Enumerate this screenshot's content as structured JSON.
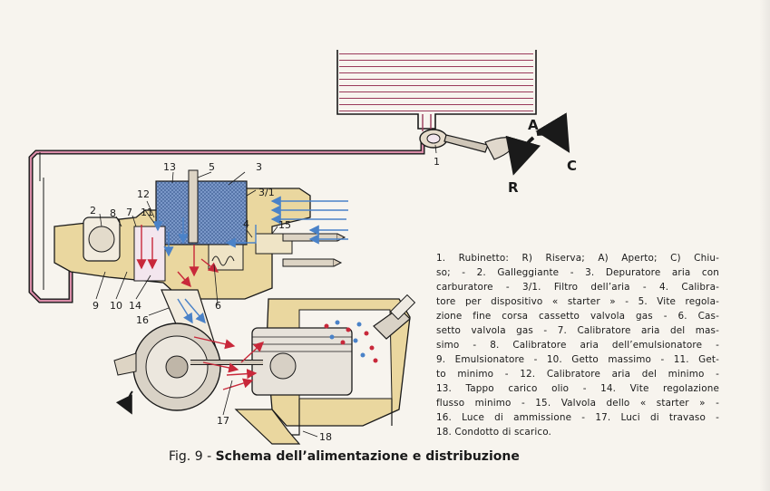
{
  "colors": {
    "paper": "#f7f4ee",
    "fuel_pink": "#c46a86",
    "engine_cream": "#ead79f",
    "line_dark": "#1a1a1a",
    "air_blue": "#4a82c8",
    "mixture_red": "#c8283a",
    "filter_blue": "#6f8fc0"
  },
  "diagram": {
    "callouts": [
      "1",
      "2",
      "3",
      "3/1",
      "4",
      "5",
      "6",
      "7",
      "8",
      "9",
      "10",
      "11",
      "12",
      "13",
      "14",
      "15",
      "16",
      "17",
      "18"
    ],
    "lever_positions": {
      "a": "A",
      "c": "C",
      "r": "R"
    }
  },
  "legend": {
    "lines": [
      "1. Rubinetto: R) Riserva; A) Aperto; C) Chiu-",
      "so; - 2. Galleggiante - 3. Depuratore aria con",
      "carburatore - 3/1. Filtro dell’aria - 4. Calibra-",
      "tore per dispositivo « starter » - 5. Vite regola-",
      "zione fine corsa cassetto valvola gas - 6. Cas-",
      "setto valvola gas - 7. Calibratore aria del mas-",
      "simo - 8. Calibratore aria dell’emulsionatore -",
      "9. Emulsionatore - 10. Getto massimo - 11. Get-",
      "to minimo - 12. Calibratore aria del minimo -",
      "13. Tappo carico olio - 14. Vite regolazione",
      "flusso minimo - 15. Valvola dello « starter » -",
      "16. Luce di ammissione - 17. Luci di travaso -",
      "18. Condotto di scarico."
    ]
  },
  "caption": {
    "prefix": "Fig. 9 - ",
    "title": "Schema  dell’alimentazione e distribuzione"
  }
}
